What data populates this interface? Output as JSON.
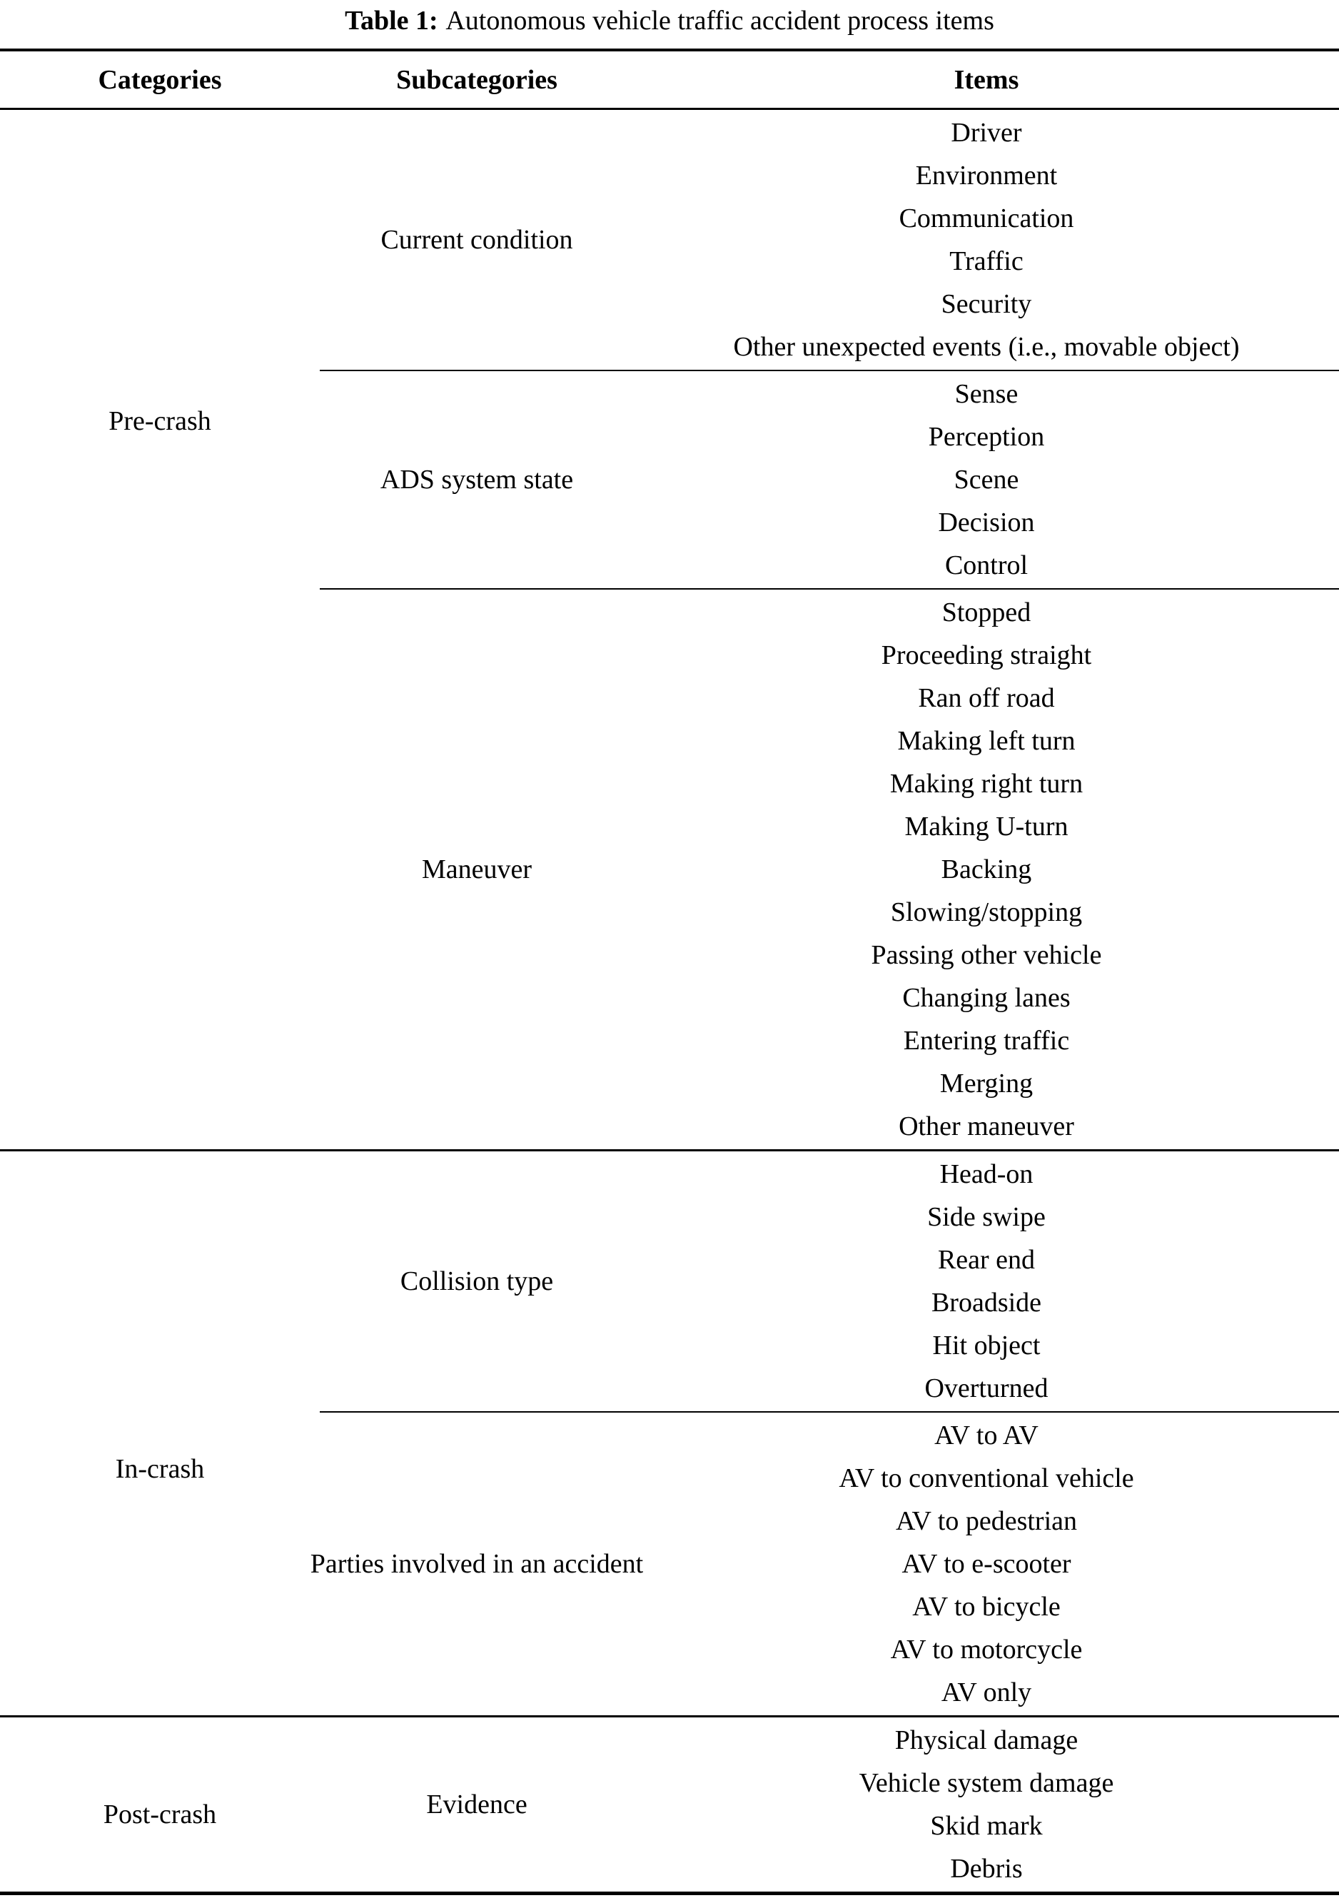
{
  "page": {
    "title_label": "Table 1:",
    "title_text": "Autonomous vehicle traffic accident process items"
  },
  "colors": {
    "text": "#000000",
    "background": "#ffffff",
    "rule": "#000000"
  },
  "table": {
    "headers": [
      "Categories",
      "Subcategories",
      "Items"
    ],
    "sections": [
      {
        "category": "Pre-crash",
        "subsections": [
          {
            "name": "Current condition",
            "items": [
              "Driver",
              "Environment",
              "Communication",
              "Traffic",
              "Security",
              "Other unexpected events (i.e., movable object)"
            ]
          },
          {
            "name": "ADS system state",
            "items": [
              "Sense",
              "Perception",
              "Scene",
              "Decision",
              "Control"
            ]
          },
          {
            "name": "Maneuver",
            "items": [
              "Stopped",
              "Proceeding straight",
              "Ran off road",
              "Making left turn",
              "Making right turn",
              "Making U-turn",
              "Backing",
              "Slowing/stopping",
              "Passing other vehicle",
              "Changing lanes",
              "Entering traffic",
              "Merging",
              "Other maneuver"
            ]
          }
        ]
      },
      {
        "category": "In-crash",
        "subsections": [
          {
            "name": "Collision type",
            "items": [
              "Head-on",
              "Side swipe",
              "Rear end",
              "Broadside",
              "Hit object",
              "Overturned"
            ]
          },
          {
            "name": "Parties involved in an accident",
            "items": [
              "AV to AV",
              "AV to conventional vehicle",
              "AV to pedestrian",
              "AV to e-scooter",
              "AV to bicycle",
              "AV to motorcycle",
              "AV only"
            ]
          }
        ]
      },
      {
        "category": "Post-crash",
        "subsections": [
          {
            "name": "Evidence",
            "items": [
              "Physical damage",
              "Vehicle system damage",
              "Skid mark",
              "Debris"
            ]
          }
        ]
      }
    ]
  }
}
